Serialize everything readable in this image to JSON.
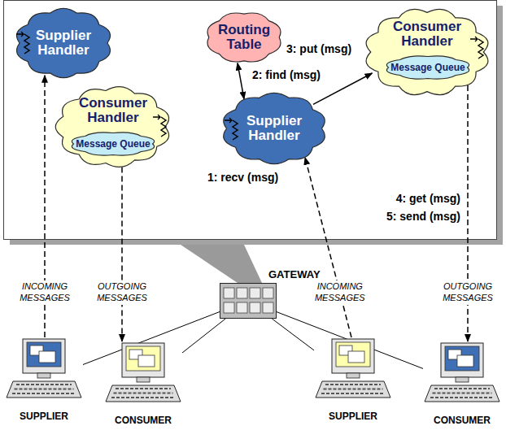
{
  "diagram": {
    "nodes": [
      {
        "text": [
          "Supplier Handler"
        ]
      },
      {
        "text": [
          "Routing Table"
        ]
      },
      {
        "text": [
          "Consumer Handler"
        ]
      },
      {
        "text": [
          "Message Queue"
        ],
        "in": 2
      },
      {
        "text": [
          "Consumer Handler"
        ]
      },
      {
        "text": [
          "Message Queue"
        ],
        "in": 4
      },
      {
        "text": [
          "Supplier Handler"
        ]
      },
      {
        "text": [
          "GATEWAY"
        ]
      },
      {
        "text": [
          "SUPPLIER"
        ]
      },
      {
        "text": [
          "CONSUMER"
        ]
      },
      {
        "text": [
          "SUPPLIER"
        ]
      },
      {
        "text": [
          "CONSUMER"
        ]
      }
    ],
    "edges": [
      {
        "from": 8,
        "to": 0,
        "arrow": "to",
        "label": "INCOMING MESSAGES"
      },
      {
        "from": 4,
        "to": 9,
        "arrow": "to",
        "label": "OUTGOING MESSAGES"
      },
      {
        "from": 10,
        "to": 6,
        "arrow": "to",
        "label": "INCOMING MESSAGES"
      },
      {
        "from": 2,
        "to": 11,
        "arrow": "to",
        "label": "OUTGOING MESSAGES"
      },
      {
        "from": 6,
        "to": 1,
        "arrow": "both",
        "label": "2: find (msg)"
      },
      {
        "from": 6,
        "to": 2,
        "arrow": "to",
        "label": "3: put (msg)"
      },
      {
        "from": 7,
        "to": 8,
        "arrow": "none"
      },
      {
        "from": 7,
        "to": 9,
        "arrow": "none"
      },
      {
        "from": 7,
        "to": 10,
        "arrow": "none"
      },
      {
        "from": 7,
        "to": 11,
        "arrow": "none"
      }
    ],
    "labels": [
      "1: recv (msg)",
      "4: get (msg)",
      "5: send (msg)"
    ]
  }
}
